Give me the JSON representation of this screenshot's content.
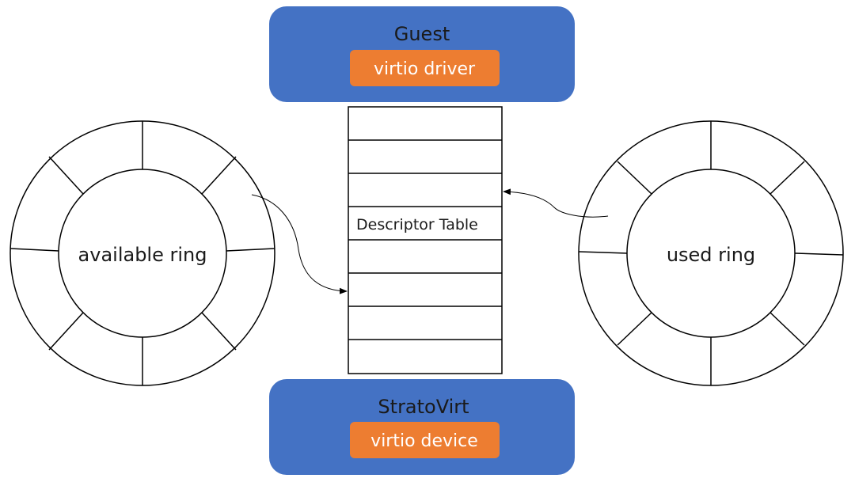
{
  "guest": {
    "title": "Guest",
    "driver_label": "virtio driver"
  },
  "host": {
    "title": "StratoVirt",
    "device_label": "virtio device"
  },
  "descriptor_table": {
    "label": "Descriptor Table"
  },
  "available_ring": {
    "label": "available ring"
  },
  "used_ring": {
    "label": "used ring"
  },
  "colors": {
    "container_blue": "#4472C4",
    "component_orange": "#ED7D31",
    "stroke": "#000000"
  }
}
